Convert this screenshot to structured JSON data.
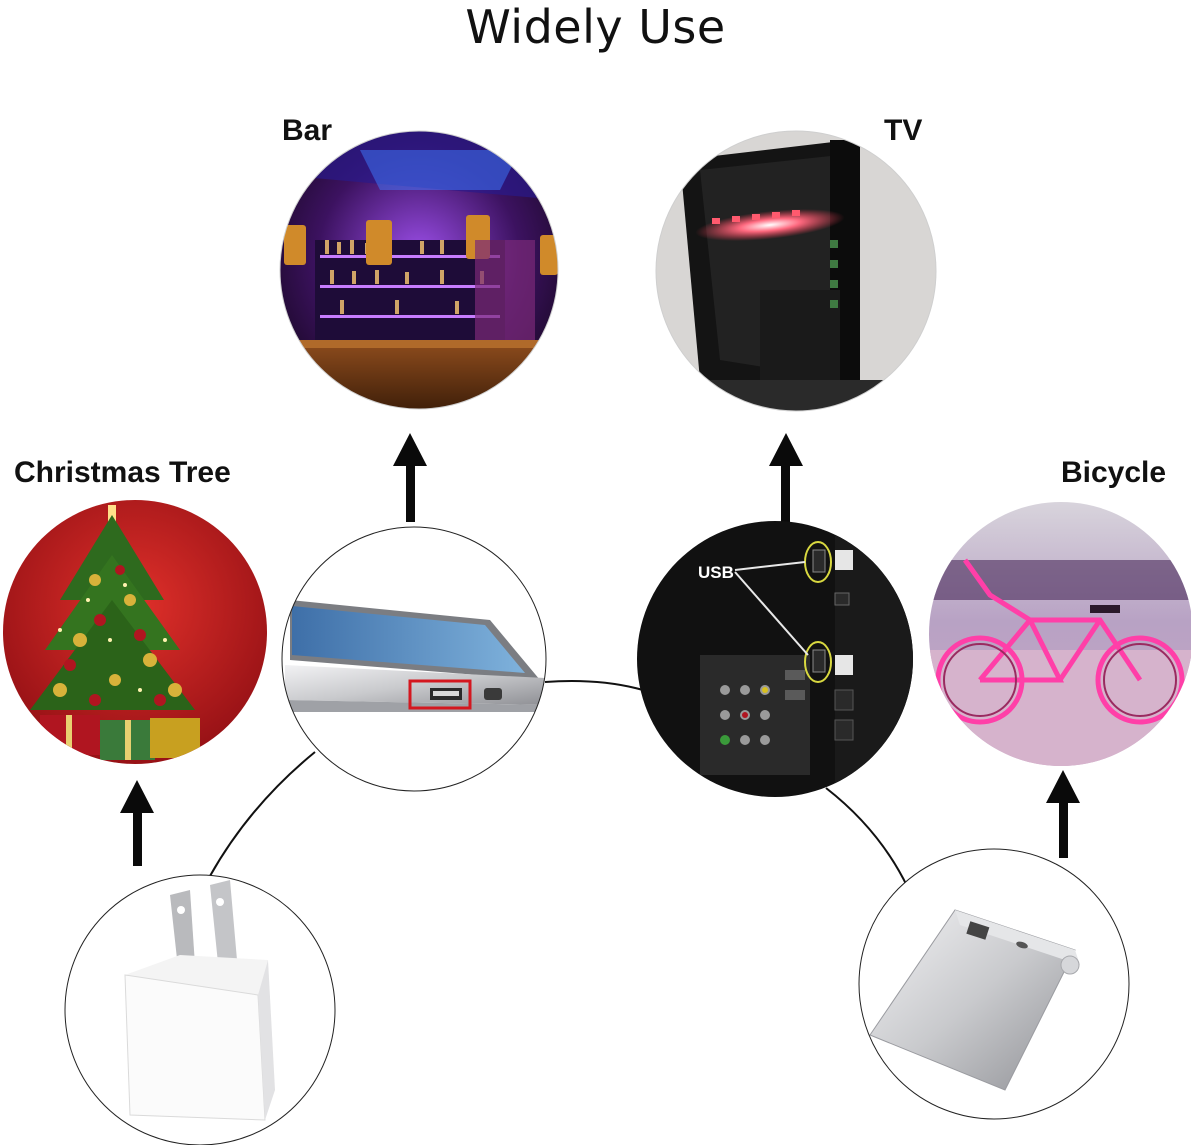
{
  "title": "Widely Use",
  "applications": [
    {
      "label": "Bar"
    },
    {
      "label": "TV"
    },
    {
      "label": "Christmas Tree"
    },
    {
      "label": "Bicycle"
    }
  ],
  "tv_ports": {
    "usb_label": "USB"
  },
  "colors": {
    "bar_purple": "#7a2bd0",
    "tv_strip_red": "#ff3d55",
    "tree_background": "#c0141c",
    "bike_pink": "#ff3fa8",
    "arrow": "#0a0a0a"
  },
  "icons": [
    "laptop-usb-port-icon",
    "tv-back-panel-icon",
    "wall-adapter-icon",
    "power-bank-icon"
  ]
}
